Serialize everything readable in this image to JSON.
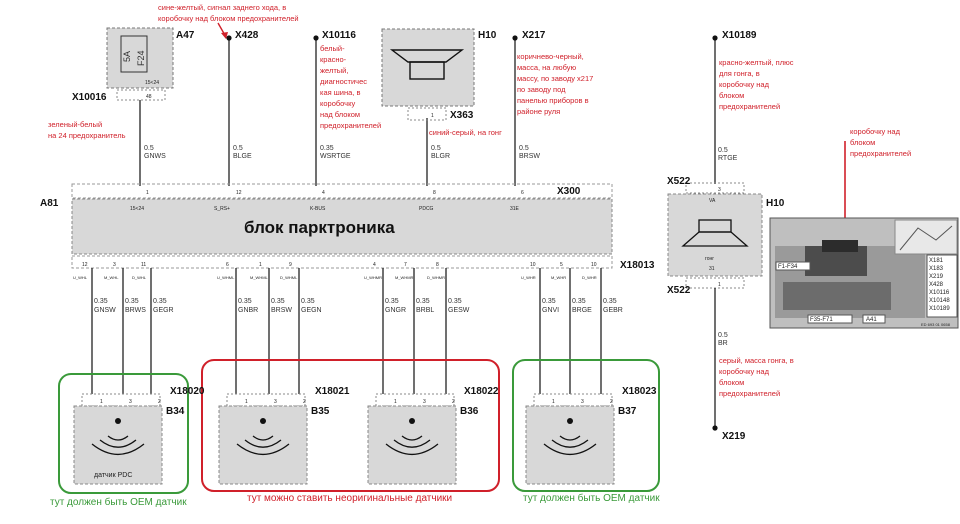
{
  "top_note": [
    "сине-желтый, сигнал заднего хода, в",
    "коробочку над блоком предохранителей"
  ],
  "fuse_box": {
    "name": "A47",
    "fuse": "F24",
    "amp": "5A",
    "pin": "15<24",
    "connector": "X10016",
    "pin_no": "48"
  },
  "fuse_note": [
    "зеленый-белый",
    "на 24 предохранитель"
  ],
  "connectors_top": {
    "x428": "X428",
    "x10116": "X10116",
    "x217": "X217",
    "x10189": "X10189",
    "h10": "H10",
    "x363": "X363",
    "x363_pin": "1"
  },
  "note_x10116": [
    "белый-",
    "красно-",
    "желтый,",
    "диагностичес",
    "кая шина, в",
    "коробочку",
    "над блоком",
    "предохранителей"
  ],
  "note_x217": [
    "коричнево-черный,",
    "масса, на любую",
    "массу, по заводу x217",
    "по заводу под",
    "панелью приборов в",
    "районе руля"
  ],
  "note_x363": "синий-серый, на гонг",
  "note_x10189": [
    "красно-желтый, плюс",
    "для гонга, в",
    "коробочку над",
    "блоком",
    "предохранителей"
  ],
  "note_box": [
    "коробочку над",
    "блоком",
    "предохранителей"
  ],
  "wires_top": [
    {
      "size": "0.5",
      "code": "GNWS"
    },
    {
      "size": "0.5",
      "code": "BLGE"
    },
    {
      "size": "0.35",
      "code": "WSRTGE"
    },
    {
      "size": "0.5",
      "code": "BLGR"
    },
    {
      "size": "0.5",
      "code": "BRSW"
    }
  ],
  "wire_gong_top": {
    "size": "0.5",
    "code": "RTGE"
  },
  "block": {
    "name": "A81",
    "title": "блок парктроника",
    "connector": "X300",
    "connector_bottom": "X18013",
    "pins_top": [
      {
        "num": "1",
        "sig": "15<24"
      },
      {
        "num": "12",
        "sig": "S_RS+"
      },
      {
        "num": "4",
        "sig": "K-BUS"
      },
      {
        "num": "8",
        "sig": "PDCG"
      },
      {
        "num": "6",
        "sig": "31E"
      }
    ],
    "pins_bottom": [
      "12",
      "3",
      "11",
      "6",
      "1",
      "9",
      "4",
      "7",
      "8",
      "10",
      "5",
      "10"
    ],
    "pin_bottom_names": [
      "U_WHL",
      "M_WHL",
      "D_WHL",
      "U_WHML",
      "M_WHML",
      "D_WHML",
      "U_WHMR",
      "M_WHMR",
      "D_WHMR",
      "U_WHR",
      "M_WHR",
      "D_WHR"
    ]
  },
  "wires_bottom": [
    {
      "size": "0.35",
      "code": "GNSW"
    },
    {
      "size": "0.35",
      "code": "BRWS"
    },
    {
      "size": "0.35",
      "code": "GEGR"
    },
    {
      "size": "0.35",
      "code": "GNBR"
    },
    {
      "size": "0.35",
      "code": "BRSW"
    },
    {
      "size": "0.35",
      "code": "GEGN"
    },
    {
      "size": "0.35",
      "code": "GNGR"
    },
    {
      "size": "0.35",
      "code": "BRBL"
    },
    {
      "size": "0.35",
      "code": "GESW"
    },
    {
      "size": "0.35",
      "code": "GNVI"
    },
    {
      "size": "0.35",
      "code": "BRGE"
    },
    {
      "size": "0.35",
      "code": "GEBR"
    }
  ],
  "sensors": [
    {
      "name": "B34",
      "conn": "X18020",
      "label": "датчик PDC"
    },
    {
      "name": "B35",
      "conn": "X18021",
      "label": ""
    },
    {
      "name": "B36",
      "conn": "X18022",
      "label": ""
    },
    {
      "name": "B37",
      "conn": "X18023",
      "label": ""
    }
  ],
  "sensor_pins": [
    "1",
    "3",
    "2"
  ],
  "gong": {
    "name": "H10",
    "conn_top": "X522",
    "conn_bottom": "X522",
    "pin_top": "3",
    "pin_bottom": "1",
    "va": "VA",
    "label": "гонг",
    "pin31": "31"
  },
  "gong_wire_bottom": {
    "size": "0.5",
    "code": "BR"
  },
  "gong_ground": "X219",
  "note_ground": [
    "серый, масса гонга, в",
    "коробочку над",
    "блоком",
    "предохранителей"
  ],
  "photo": {
    "labels_left": [
      "F1-F34",
      "F35-F71",
      "A41"
    ],
    "list": [
      "X181",
      "X183",
      "X219",
      "X428",
      "X10116",
      "X10148",
      "X10189"
    ],
    "code": "ED 693 01 0658"
  },
  "green_note": "тут должен быть OEM датчик",
  "red_note": "тут можно ставить неоригинальные датчики",
  "green_note_2": "тут должен быть OEM датчик",
  "colors": {
    "block": "#d8d8d8",
    "red": "#d0202a",
    "green": "#3a9a3a"
  }
}
